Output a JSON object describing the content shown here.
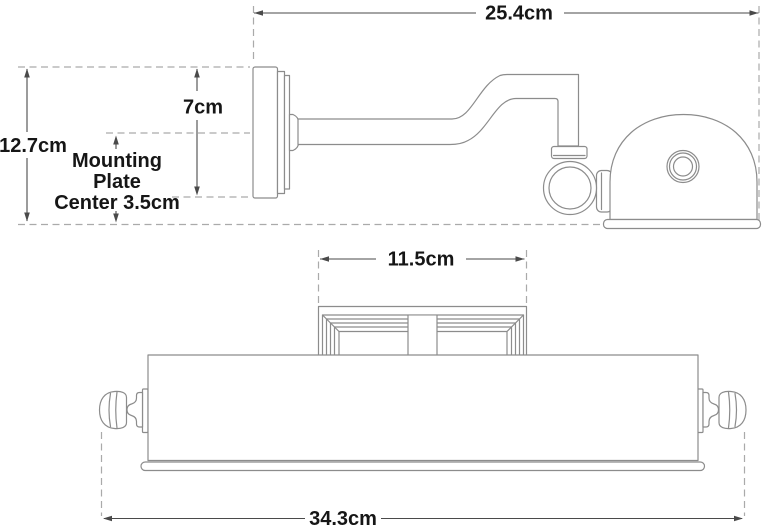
{
  "side_view": {
    "depth_label": "25.4cm",
    "height_label": "12.7cm",
    "backplate_height_label": "7cm",
    "mounting_note_lines": [
      "Mounting",
      "Plate",
      "Center 3.5cm"
    ]
  },
  "front_view": {
    "backplate_width_label": "11.5cm",
    "overall_width_label": "34.3cm"
  },
  "colors": {
    "outline": "#8c8c8c",
    "dashed_line": "#aaaaaa",
    "dimension_line": "#4a4a4a",
    "text": "#161616",
    "background": "#ffffff"
  }
}
